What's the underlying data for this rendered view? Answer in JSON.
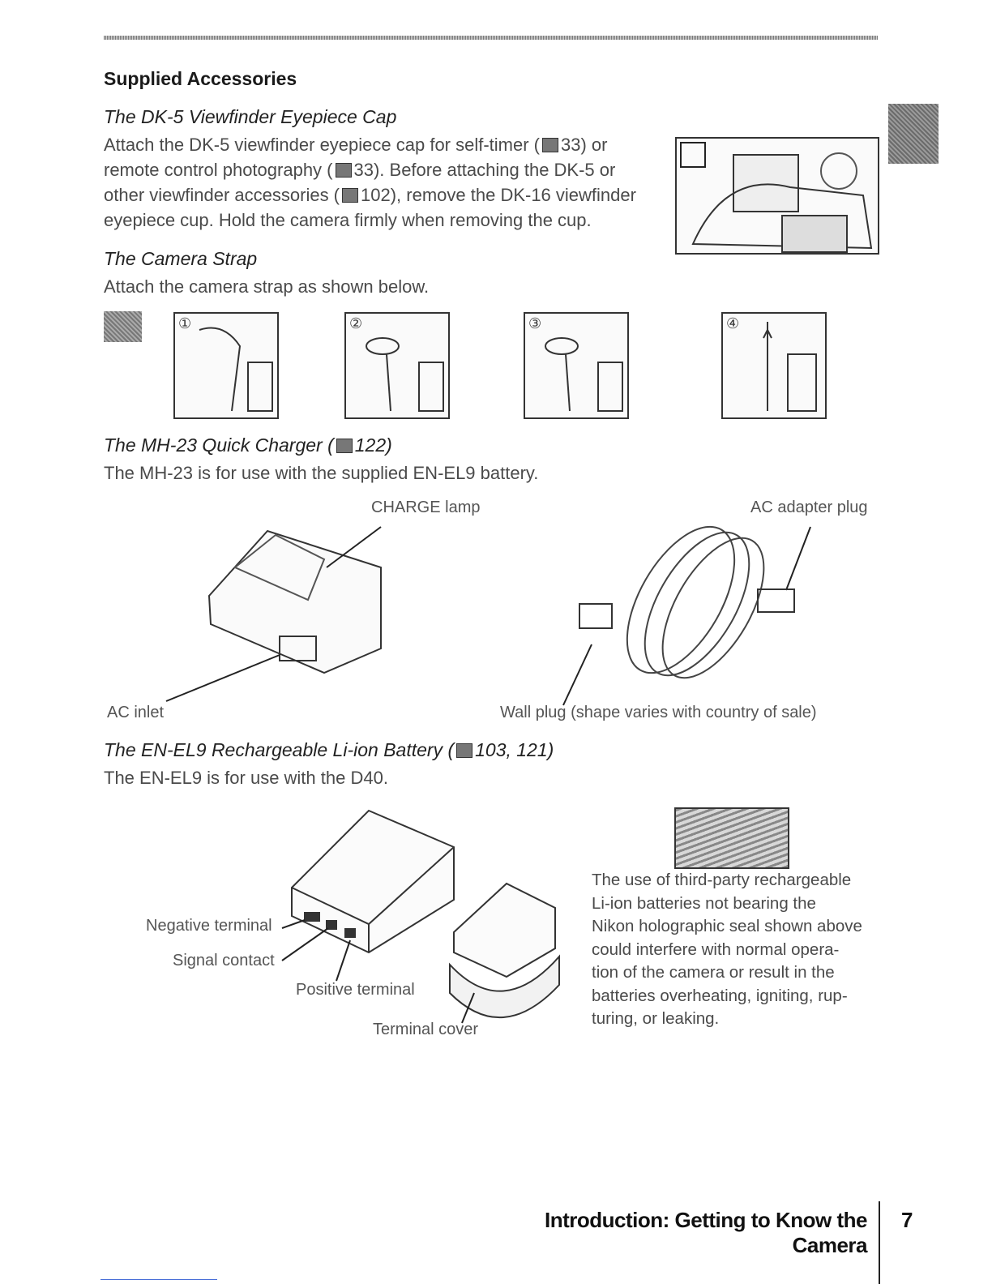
{
  "section_title": "Supplied Accessories",
  "dk5": {
    "title": "The DK-5 Viewfinder Eyepiece Cap",
    "lines": [
      [
        "Attach the DK-5 viewfinder eyepiece cap for self-timer (",
        "33) or"
      ],
      [
        "remote control photography (",
        "33).  Before attaching the DK-5 or"
      ],
      [
        "other viewfinder accessories (",
        "102), remove the DK-16 viewfinder"
      ],
      [
        "eyepiece cup.  Hold the camera firmly when removing the cup.",
        ""
      ]
    ]
  },
  "strap": {
    "title": "The Camera Strap",
    "text": "Attach the camera strap as shown below.",
    "steps": [
      "①",
      "②",
      "③",
      "④"
    ]
  },
  "charger": {
    "title_a": "The MH-23 Quick Charger (",
    "title_b": "122)",
    "text": "The MH-23 is for use with the supplied EN-EL9 battery.",
    "labels": {
      "charge_lamp": "CHARGE lamp",
      "ac_adapter_plug": "AC adapter plug",
      "ac_inlet": "AC inlet",
      "wall_plug": "Wall plug (shape varies with country of sale)"
    }
  },
  "battery": {
    "title_a": "The EN-EL9 Rechargeable Li-ion Battery (",
    "title_b": "103, 121)",
    "text": "The EN-EL9 is for use with the D40.",
    "labels": {
      "negative": "Negative terminal",
      "signal": "Signal contact",
      "positive": "Positive terminal",
      "cover": "Terminal cover"
    },
    "seal_note": [
      "The use of third-party rechargeable",
      "Li-ion batteries not bearing the",
      "Nikon holographic seal shown above",
      "could interfere with normal opera-",
      "tion of the camera or result in the",
      "batteries overheating, igniting, rup-",
      "turing, or leaking."
    ]
  },
  "footer": {
    "chapter": "Introduction: Getting to Know the Camera",
    "page": "7"
  }
}
